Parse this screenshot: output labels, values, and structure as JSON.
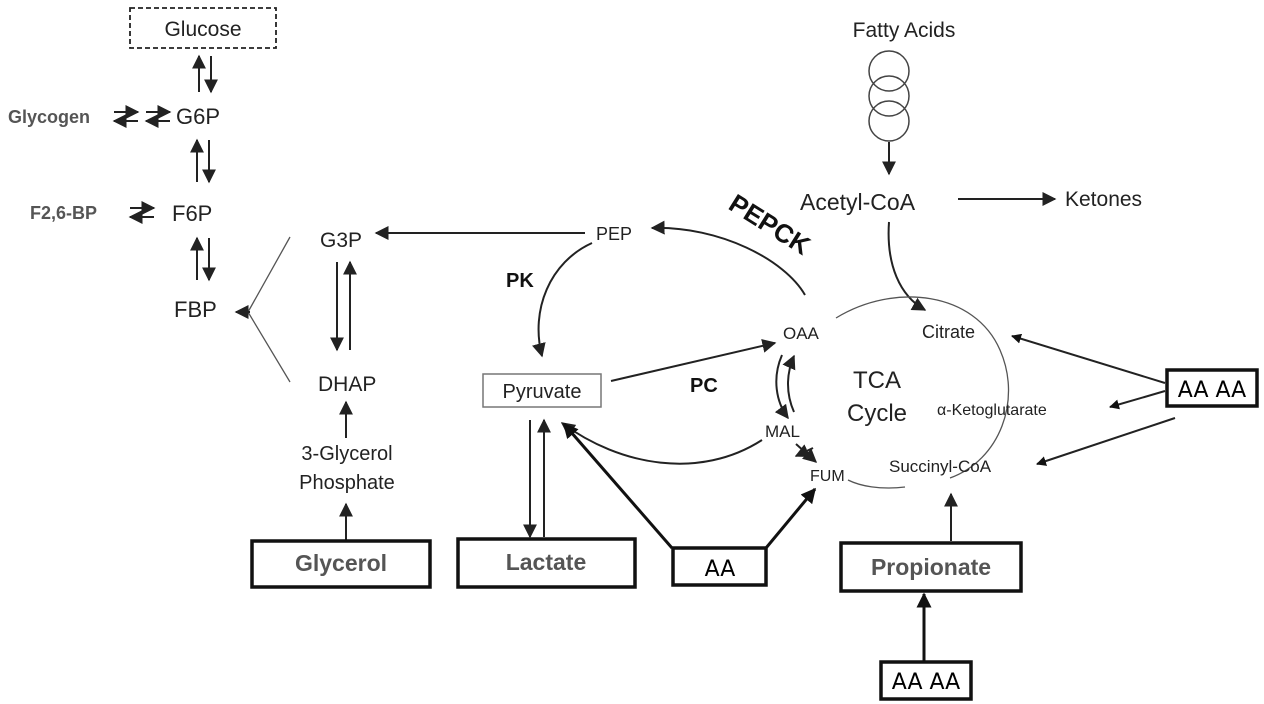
{
  "labels": {
    "glucose": "Glucose",
    "glycogen": "Glycogen",
    "g6p": "G6P",
    "f26bp": "F2,6-BP",
    "f6p": "F6P",
    "fbp": "FBP",
    "g3p": "G3P",
    "dhap": "DHAP",
    "glycerol_phosphate_line1": "3-Glycerol",
    "glycerol_phosphate_line2": "Phosphate",
    "glycerol": "Glycerol",
    "pep": "PEP",
    "pepck": "PEPCK",
    "pk": "PK",
    "pc": "PC",
    "pyruvate": "Pyruvate",
    "lactate": "Lactate",
    "fatty_acids": "Fatty Acids",
    "acetyl_coa": "Acetyl-CoA",
    "ketones": "Ketones",
    "oaa": "OAA",
    "citrate": "Citrate",
    "tca_line1": "TCA",
    "tca_line2": "Cycle",
    "alpha_kg": "α-Ketoglutarate",
    "succinyl_coa": "Succinyl-CoA",
    "mal": "MAL",
    "fum": "FUM",
    "propionate": "Propionate",
    "aa_single": "AA",
    "aa_double_right": "AA AA",
    "aa_double_bottom": "AA AA"
  },
  "colors": {
    "line": "#222222",
    "gray_text": "#555555",
    "box_border": "#111111"
  }
}
